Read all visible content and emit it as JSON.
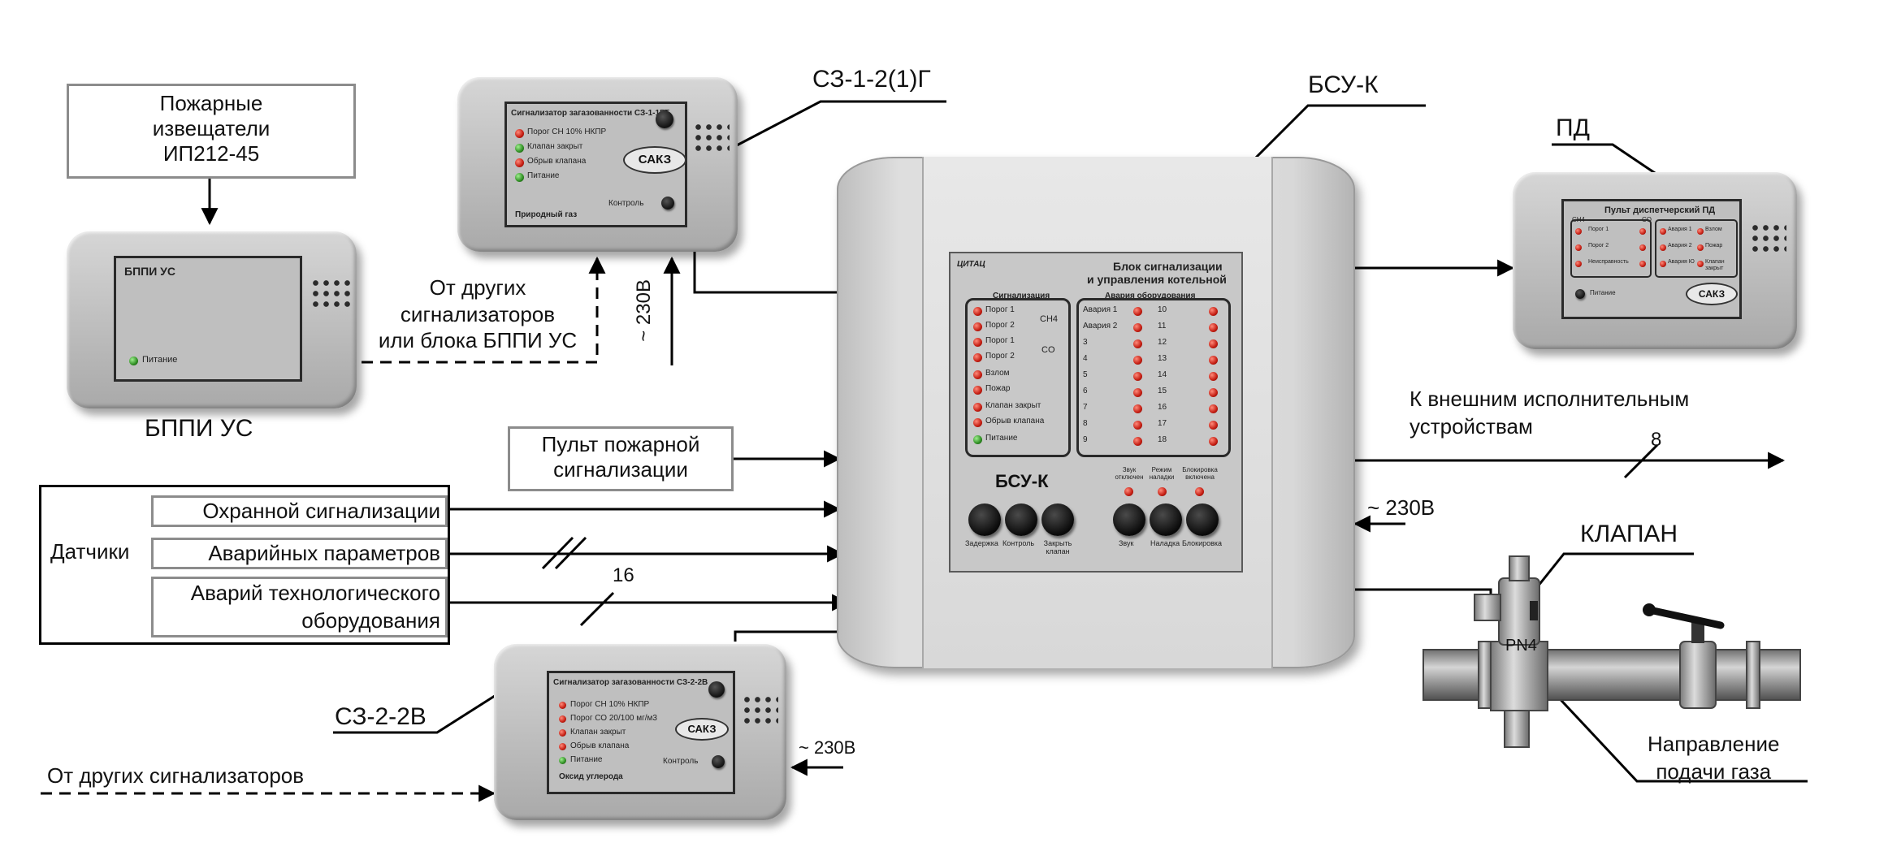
{
  "labels": {
    "fire_detectors": [
      "Пожарные",
      "извещатели",
      "ИП212-45"
    ],
    "bppi_us": "БППИ УС",
    "sz12g": "СЗ-1-2(1)Г",
    "bsu_k": "БСУ-К",
    "pd": "ПД",
    "from_other_1": [
      "От других",
      "сигнализаторов",
      "или блока БППИ УС"
    ],
    "v230_vertical": "~ 230В",
    "to_external": [
      "К внешним исполнительным",
      "устройствам"
    ],
    "count_8": "8",
    "fire_alarm_panel": [
      "Пульт пожарной",
      "сигнализации"
    ],
    "sensors": "Датчики",
    "security": "Охранной сигнализации",
    "emergency_params": "Аварийных параметров",
    "tech_failures": [
      "Аварий технологического",
      "оборудования"
    ],
    "count_16": "16",
    "v230_right": "~ 230В",
    "valve": "КЛАПАН",
    "pn4": "PN4",
    "gas_direction": [
      "Направление",
      "подачи газа"
    ],
    "sz22v": "СЗ-2-2В",
    "v230_small": "~ 230В",
    "from_other_2": "От других сигнализаторов"
  },
  "bppi_device": {
    "title": "БППИ УС",
    "power": "Питание"
  },
  "sz1_device": {
    "title": "Сигнализатор загазованности СЗ-1-1ГТ",
    "rows": [
      "Порог СН  10% НКПР",
      "Клапан закрыт",
      "Обрыв клапана",
      "Питание"
    ],
    "control": "Контроль",
    "gas": "Природный газ",
    "brand": "САКЗ"
  },
  "bsu_device": {
    "logo": "ЦИТАЦ",
    "title": [
      "Блок сигнализации",
      "и управления котельной"
    ],
    "signal_header": "Сигнализация",
    "signal_rows": [
      "Порог 1",
      "Порог 2",
      "Порог 1",
      "Порог 2",
      "Взлом",
      "Пожар",
      "Клапан закрыт",
      "Обрыв клапана",
      "Питание"
    ],
    "ch4": "CH4",
    "co": "CO",
    "failure_header": "Авария оборудования",
    "failure_left": [
      "Авария 1",
      "Авария 2",
      "3",
      "4",
      "5",
      "6",
      "7",
      "8",
      "9"
    ],
    "failure_right": [
      "10",
      "11",
      "12",
      "13",
      "14",
      "15",
      "16",
      "17",
      "18"
    ],
    "name": "БСУ-К",
    "btn_left": [
      "Задержка",
      "Контроль",
      "Закрыть клапан"
    ],
    "btn_right_top": [
      "Звук отключен",
      "Режим наладки",
      "Блокировка включена"
    ],
    "btn_right": [
      "Звук",
      "Наладка",
      "Блокировка"
    ]
  },
  "pd_device": {
    "title": "Пульт диспетчерский ПД",
    "col1_header": "CH4",
    "col2_header": "CO",
    "col1": [
      "Порог 1",
      "Порог 2",
      "Неисправность"
    ],
    "col2": [
      "Авария 1",
      "Авария 2",
      "Авария Ю"
    ],
    "col3": [
      "Взлом",
      "Пожар",
      "Клапан закрыт"
    ],
    "power": "Питание",
    "brand": "САКЗ"
  },
  "sz2_device": {
    "title": "Сигнализатор загазованности СЗ-2-2В",
    "rows": [
      "Порог СН  10% НКПР",
      "Порог СО 20/100 мг/м3",
      "Клапан закрыт",
      "Обрыв клапана",
      "Питание"
    ],
    "control": "Контроль",
    "gas": "Оксид углерода",
    "brand": "САКЗ"
  }
}
